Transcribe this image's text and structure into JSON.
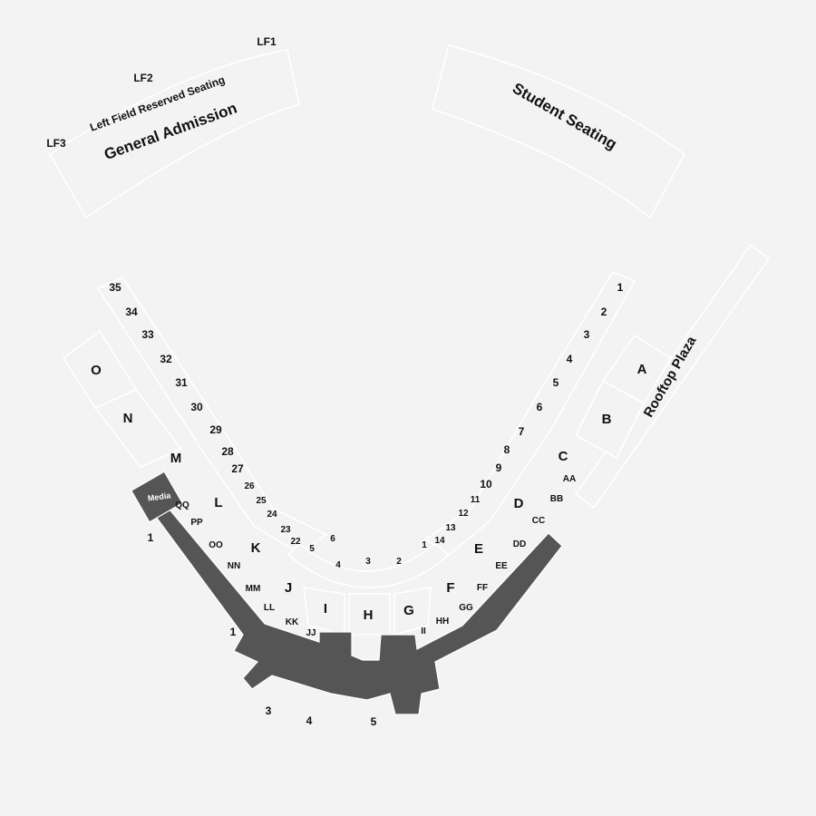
{
  "map": {
    "outfield": {
      "lf1": "LF1",
      "lf2": "LF2",
      "lf3": "LF3",
      "left_field_reserved": "Left Field Reserved Seating",
      "general_admission": "General Admission",
      "student_seating": "Student Seating",
      "rooftop_plaza": "Rooftop Plaza"
    },
    "left_line_sections": [
      "35",
      "34",
      "33",
      "32",
      "31",
      "30",
      "29",
      "28",
      "27",
      "26",
      "25",
      "24",
      "23",
      "22"
    ],
    "right_line_sections": [
      "1",
      "2",
      "3",
      "4",
      "5",
      "6",
      "7",
      "8",
      "9",
      "10",
      "11",
      "12",
      "13",
      "14"
    ],
    "center_sections": [
      "6",
      "5",
      "4",
      "3",
      "2",
      "1"
    ],
    "boxes_left": [
      "O",
      "N",
      "M",
      "L",
      "K",
      "J",
      "I"
    ],
    "box_center": "H",
    "boxes_right": [
      "G",
      "F",
      "E",
      "D",
      "C",
      "B",
      "A"
    ],
    "double_left": [
      "QQ",
      "PP",
      "OO",
      "NN",
      "MM",
      "LL",
      "KK",
      "JJ"
    ],
    "double_right": [
      "II",
      "HH",
      "GG",
      "FF",
      "EE",
      "DD",
      "CC",
      "BB",
      "AA"
    ],
    "media": "Media",
    "lower_labels": [
      "1",
      "1",
      "3",
      "4",
      "5"
    ]
  }
}
